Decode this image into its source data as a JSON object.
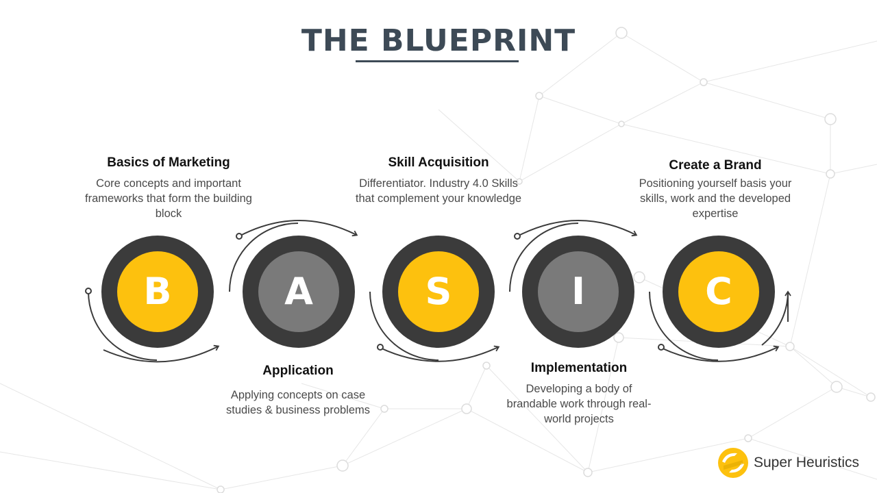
{
  "title": "THE BLUEPRINT",
  "colors": {
    "title": "#3d4a56",
    "ring": "#3b3b3b",
    "accent_yellow": "#fdc10e",
    "accent_gray": "#7a7a7a",
    "arrow": "#3b3b3b"
  },
  "steps": [
    {
      "letter": "B",
      "title": "Basics of Marketing",
      "description": "Core concepts and important frameworks that form the building block"
    },
    {
      "letter": "A",
      "title": "Application",
      "description": "Applying concepts on case studies & business problems"
    },
    {
      "letter": "S",
      "title": "Skill Acquisition",
      "description": "Differentiator. Industry 4.0 Skills that complement your knowledge"
    },
    {
      "letter": "I",
      "title": "Implementation",
      "description": "Developing a body of brandable work through real-world projects"
    },
    {
      "letter": "C",
      "title": "Create a Brand",
      "description": "Positioning yourself basis your skills, work and the developed expertise"
    }
  ],
  "logo": {
    "text": "Super Heuristics",
    "icon": "super-heuristics-logo-icon"
  }
}
